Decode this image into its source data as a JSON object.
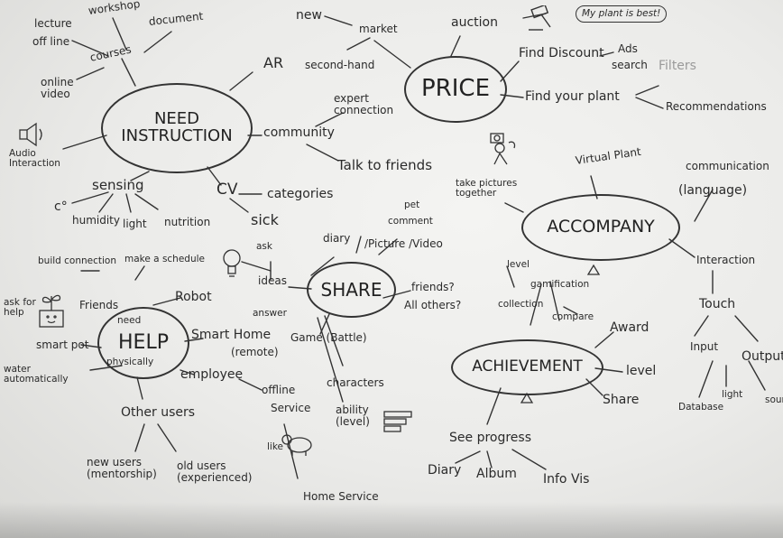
{
  "hubs": {
    "need_instruction": "NEED\nINSTRUCTION",
    "price": "PRICE",
    "accompany": "ACCOMPANY",
    "share": "SHARE",
    "help": "HELP",
    "achievement": "ACHIEVEMENT"
  },
  "need_instruction": {
    "courses": "courses",
    "lecture": "lecture",
    "offline": "off line",
    "workshop": "workshop",
    "document": "document",
    "online_video": "online\nvideo",
    "ar": "AR",
    "audio_interaction": "Audio\nInteraction",
    "sensing": "sensing",
    "celsius": "c°",
    "humidity": "humidity",
    "light": "light",
    "nutrition": "nutrition",
    "cv": "CV",
    "categories": "categories",
    "sick": "sick"
  },
  "community": {
    "label": "community",
    "expert": "expert\nconnection",
    "talk": "Talk to friends"
  },
  "price": {
    "new": "new",
    "market": "market",
    "second_hand": "second-hand",
    "auction": "auction",
    "speech": "My plant is best!",
    "find_discount": "Find Discount",
    "ads": "Ads",
    "search": "search",
    "filters": "Filters",
    "find_your_plant": "Find your plant",
    "recommendations": "Recommendations"
  },
  "accompany": {
    "virtual_plant": "Virtual Plant",
    "take_pictures": "take pictures\ntogether",
    "communication": "communication",
    "language": "(language)",
    "interaction": "Interaction",
    "touch": "Touch",
    "input": "Input",
    "output": "Output",
    "database": "Database",
    "light": "light",
    "sound": "sound"
  },
  "share": {
    "pet": "pet",
    "comment": "comment",
    "diary": "diary",
    "picture_video": "/Picture /Video",
    "friends": "friends?",
    "all_others": "All others?",
    "ask": "ask",
    "ideas": "ideas",
    "answer": "answer",
    "game": "Game (Battle)",
    "characters": "characters",
    "ability": "ability\n(level)"
  },
  "achievement": {
    "level_top": "level",
    "gamification": "gamification",
    "collection": "collection",
    "compare": "compare",
    "award": "Award",
    "level": "level",
    "share": "Share",
    "see_progress": "See progress",
    "diary": "Diary",
    "album": "Album",
    "info_vis": "Info Vis"
  },
  "help": {
    "build_connection": "build connection",
    "make_schedule": "make a schedule",
    "friends": "Friends",
    "ask_for_help": "ask for\nhelp",
    "need": "need",
    "physically": "physically",
    "robot": "Robot",
    "smart_home": "Smart Home",
    "remote": "(remote)",
    "smart_pot": "smart pot",
    "water": "water\nautomatically",
    "employee": "employee",
    "offline": "offline",
    "service": "Service",
    "like": "like",
    "other_users": "Other users",
    "new_users": "new users\n(mentorship)",
    "old_users": "old users\n(experienced)",
    "home_service": "Home Service"
  },
  "colors": {
    "ink": "#2a2a2a",
    "board": "#ebebe9"
  }
}
